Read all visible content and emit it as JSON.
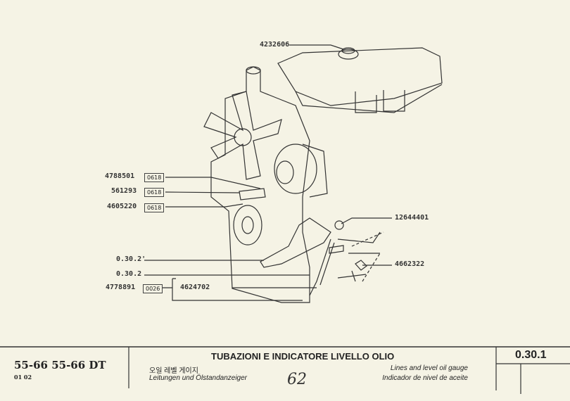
{
  "callouts": {
    "top_part": "4232606",
    "p1": "4788501",
    "p1_code": "0618",
    "p2": "561293",
    "p2_code": "0618",
    "p3": "4605220",
    "p3_code": "0618",
    "ref1": "0.30.2'",
    "ref2": "0.30.2",
    "p4": "4778891",
    "p4_code": "0026",
    "p4_sub": "4624702",
    "right1": "12644401",
    "right2": "4662322"
  },
  "footer": {
    "models": "55-66  55-66 DT",
    "model_codes": "01 02",
    "title": "TUBAZIONI E INDICATORE LIVELLO OLIO",
    "korean": "오일 레벨 게이지",
    "german": "Leitungen und Ölstandanzeiger",
    "english": "Lines and level oil gauge",
    "spanish": "Indicador de nivel de aceite",
    "page_handwritten": "62",
    "section": "0.30.1"
  }
}
